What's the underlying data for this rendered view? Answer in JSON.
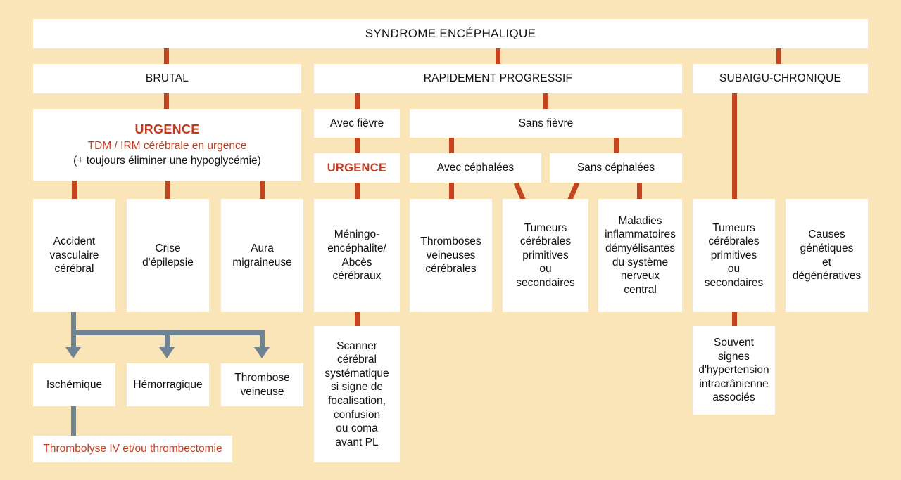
{
  "colors": {
    "background": "#fae5b8",
    "box_fill": "#ffffff",
    "connector_red": "#c4441f",
    "accent_red": "#c43a1c",
    "arrow_gray": "#6e8494",
    "text": "#111111"
  },
  "title": "SYNDROME ENCÉPHALIQUE",
  "branches": {
    "brutal": "BRUTAL",
    "rapide": "RAPIDEMENT PROGRESSIF",
    "subaigu": "SUBAIGU-CHRONIQUE"
  },
  "urgence_block": {
    "heading": "URGENCE",
    "line2": "TDM / IRM cérébrale en urgence",
    "line3": "(+ toujours éliminer une hypoglycémie)"
  },
  "brutal_causes": [
    "Accident\nvasculaire\ncérébral",
    "Crise\nd'épilepsie",
    "Aura\nmigraineuse"
  ],
  "avc_types": [
    "Ischémique",
    "Hémorragique",
    "Thrombose\nveineuse"
  ],
  "avc_treatment": "Thrombolyse IV et/ou thrombectomie",
  "fever_split": {
    "with_fever": "Avec fièvre",
    "without_fever": "Sans fièvre"
  },
  "fever_urgence": "URGENCE",
  "headache_split": {
    "with_headache": "Avec céphalées",
    "without_headache": "Sans céphalées"
  },
  "rapide_causes": [
    "Méningo-\nencéphalite/\nAbcès\ncérébraux",
    "Thromboses\nveineuses\ncérébrales",
    "Tumeurs\ncérébrales\nprimitives\nou\nsecondaires",
    "Maladies\ninflammatoires\ndémyélisantes\ndu système\nnerveux\ncentral"
  ],
  "scanner_note": "Scanner\ncérébral\nsystématique\nsi signe de\nfocalisation,\nconfusion\nou coma\navant PL",
  "subaigu_causes": [
    "Tumeurs\ncérébrales\nprimitives\nou\nsecondaires",
    "Causes\ngénétiques\net\ndégénératives"
  ],
  "hypertension_note": "Souvent\nsignes\nd'hypertension\nintracrânienne\nassociés"
}
